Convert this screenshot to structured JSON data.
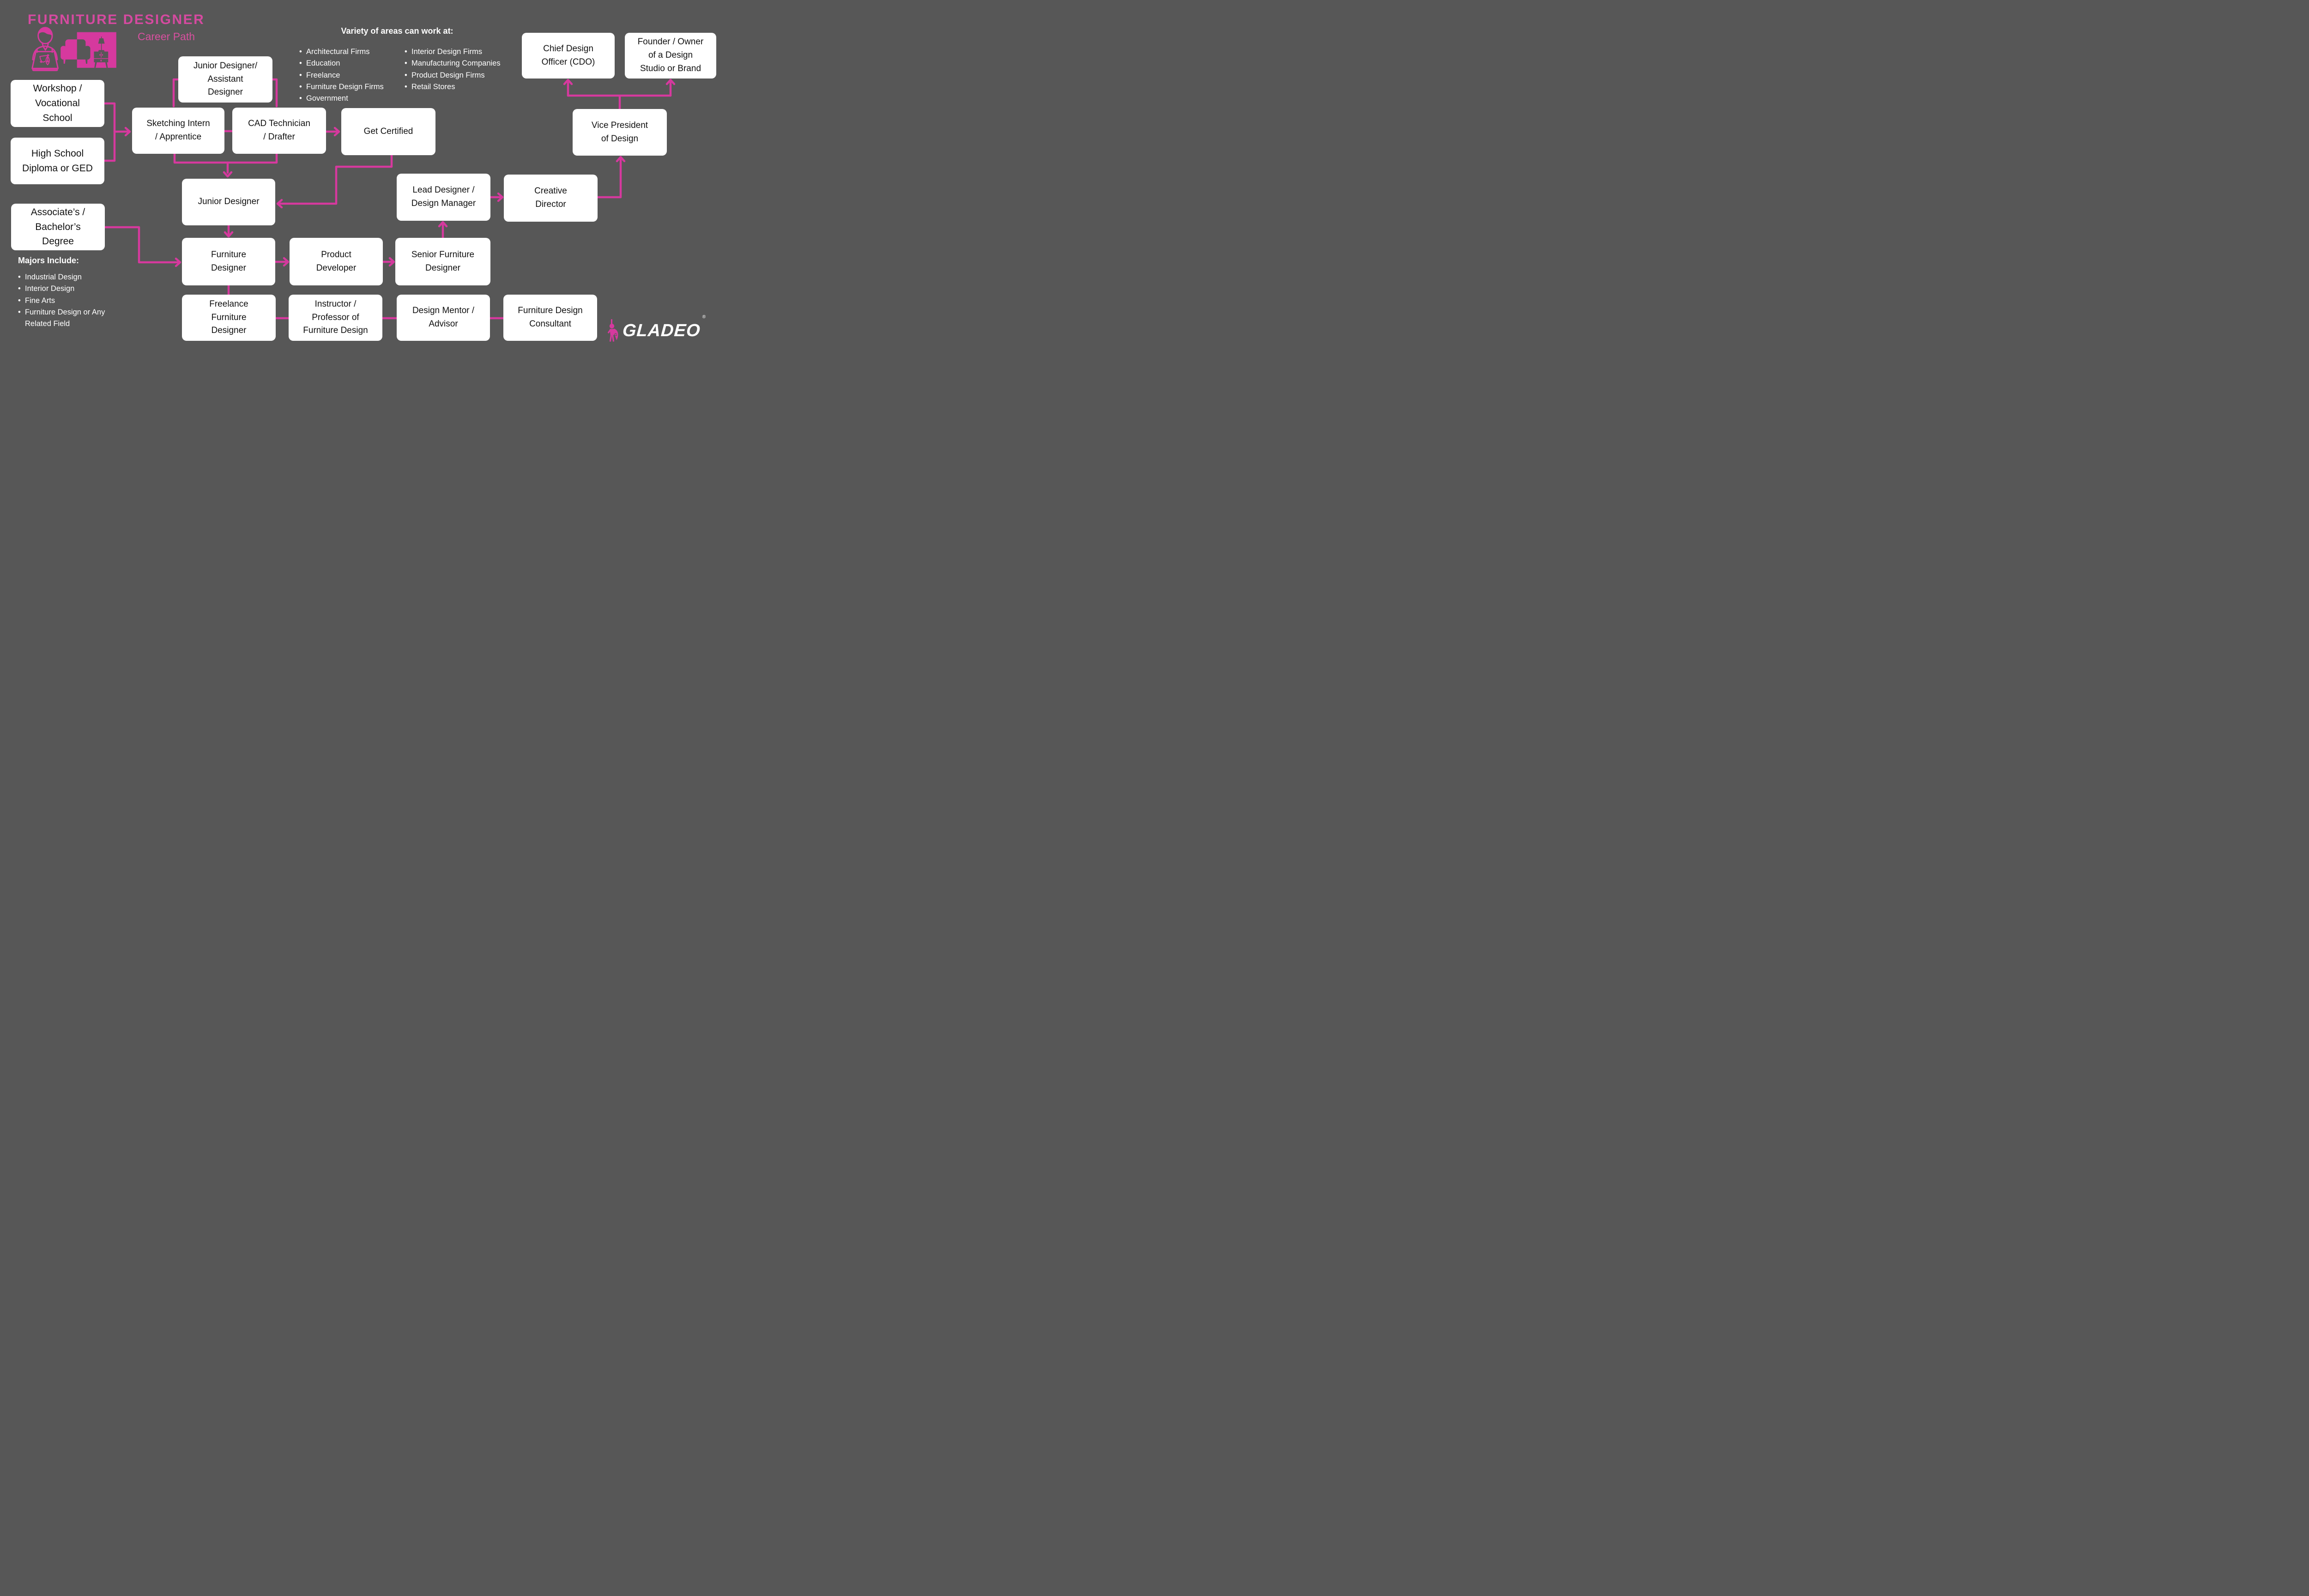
{
  "colors": {
    "background": "#575757",
    "accent_pink": "#d6399e",
    "title_pink": "#d54aa0",
    "subtitle_pink": "#d8509f",
    "box_background": "#ffffff",
    "box_text": "#111111",
    "list_text": "#ffffff"
  },
  "header": {
    "title": "FURNITURE DESIGNER",
    "subtitle": "Career Path"
  },
  "work_areas": {
    "heading": "Variety of areas can work at:",
    "col1": [
      "Architectural Firms",
      "Education",
      "Freelance",
      "Furniture Design Firms",
      "Government"
    ],
    "col2": [
      "Interior Design Firms",
      "Manufacturing Companies",
      "Product Design Firms",
      "Retail Stores"
    ]
  },
  "majors": {
    "heading": "Majors Include:",
    "items": [
      "Industrial Design",
      "Interior Design",
      "Fine Arts",
      "Furniture Design or Any Related Field"
    ]
  },
  "diagram": {
    "nodes": [
      {
        "id": "workshop",
        "lines": [
          "Workshop /",
          "Vocational",
          "School"
        ]
      },
      {
        "id": "high-school",
        "lines": [
          "High School",
          "Diploma or GED"
        ]
      },
      {
        "id": "junior-assistant",
        "lines": [
          "Junior Designer/",
          "Assistant",
          "Designer"
        ]
      },
      {
        "id": "sketching-intern",
        "lines": [
          "Sketching Intern",
          "/ Apprentice"
        ]
      },
      {
        "id": "cad-technician",
        "lines": [
          "CAD Technician",
          "/ Drafter"
        ]
      },
      {
        "id": "get-certified",
        "lines": [
          "Get Certified"
        ]
      },
      {
        "id": "junior-designer",
        "lines": [
          "Junior Designer"
        ]
      },
      {
        "id": "associates-bachelors",
        "lines": [
          "Associate’s /",
          "Bachelor’s",
          "Degree"
        ]
      },
      {
        "id": "furniture-designer",
        "lines": [
          "Furniture",
          "Designer"
        ]
      },
      {
        "id": "product-developer",
        "lines": [
          "Product",
          "Developer"
        ]
      },
      {
        "id": "senior-furniture-designer",
        "lines": [
          "Senior Furniture",
          "Designer"
        ]
      },
      {
        "id": "lead-designer",
        "lines": [
          "Lead Designer /",
          "Design Manager"
        ]
      },
      {
        "id": "creative-director",
        "lines": [
          "Creative",
          "Director"
        ]
      },
      {
        "id": "vice-president-design",
        "lines": [
          "Vice President",
          "of Design"
        ]
      },
      {
        "id": "chief-design-officer",
        "lines": [
          "Chief Design",
          "Officer (CDO)"
        ]
      },
      {
        "id": "founder-owner",
        "lines": [
          "Founder / Owner",
          "of a Design",
          "Studio or Brand"
        ]
      },
      {
        "id": "freelance-furniture-designer",
        "lines": [
          "Freelance",
          "Furniture",
          "Designer"
        ]
      },
      {
        "id": "instructor-professor",
        "lines": [
          "Instructor /",
          "Professor of",
          "Furniture Design"
        ]
      },
      {
        "id": "design-mentor",
        "lines": [
          "Design Mentor /",
          "Advisor"
        ]
      },
      {
        "id": "furniture-design-consultant",
        "lines": [
          "Furniture Design",
          "Consultant"
        ]
      }
    ],
    "edges": [
      {
        "from": "workshop",
        "to": "sketching-intern"
      },
      {
        "from": "high-school",
        "to": "sketching-intern"
      },
      {
        "from": "sketching-intern",
        "to": "junior-assistant"
      },
      {
        "from": "cad-technician",
        "to": "junior-assistant"
      },
      {
        "from": "sketching-intern",
        "to": "junior-designer"
      },
      {
        "from": "cad-technician",
        "to": "junior-designer"
      },
      {
        "from": "cad-technician",
        "to": "get-certified"
      },
      {
        "from": "get-certified",
        "to": "junior-designer"
      },
      {
        "from": "junior-designer",
        "to": "furniture-designer"
      },
      {
        "from": "associates-bachelors",
        "to": "furniture-designer"
      },
      {
        "from": "furniture-designer",
        "to": "product-developer"
      },
      {
        "from": "product-developer",
        "to": "senior-furniture-designer"
      },
      {
        "from": "senior-furniture-designer",
        "to": "lead-designer"
      },
      {
        "from": "lead-designer",
        "to": "creative-director"
      },
      {
        "from": "creative-director",
        "to": "vice-president-design"
      },
      {
        "from": "vice-president-design",
        "to": "chief-design-officer"
      },
      {
        "from": "vice-president-design",
        "to": "founder-owner"
      },
      {
        "from": "furniture-designer",
        "to": "freelance-furniture-designer"
      },
      {
        "from": "freelance-furniture-designer",
        "to": "instructor-professor"
      },
      {
        "from": "instructor-professor",
        "to": "design-mentor"
      },
      {
        "from": "design-mentor",
        "to": "furniture-design-consultant"
      }
    ]
  },
  "logo": {
    "brand": "GLADEO",
    "registered": "®",
    "mascot_badge": "G"
  }
}
